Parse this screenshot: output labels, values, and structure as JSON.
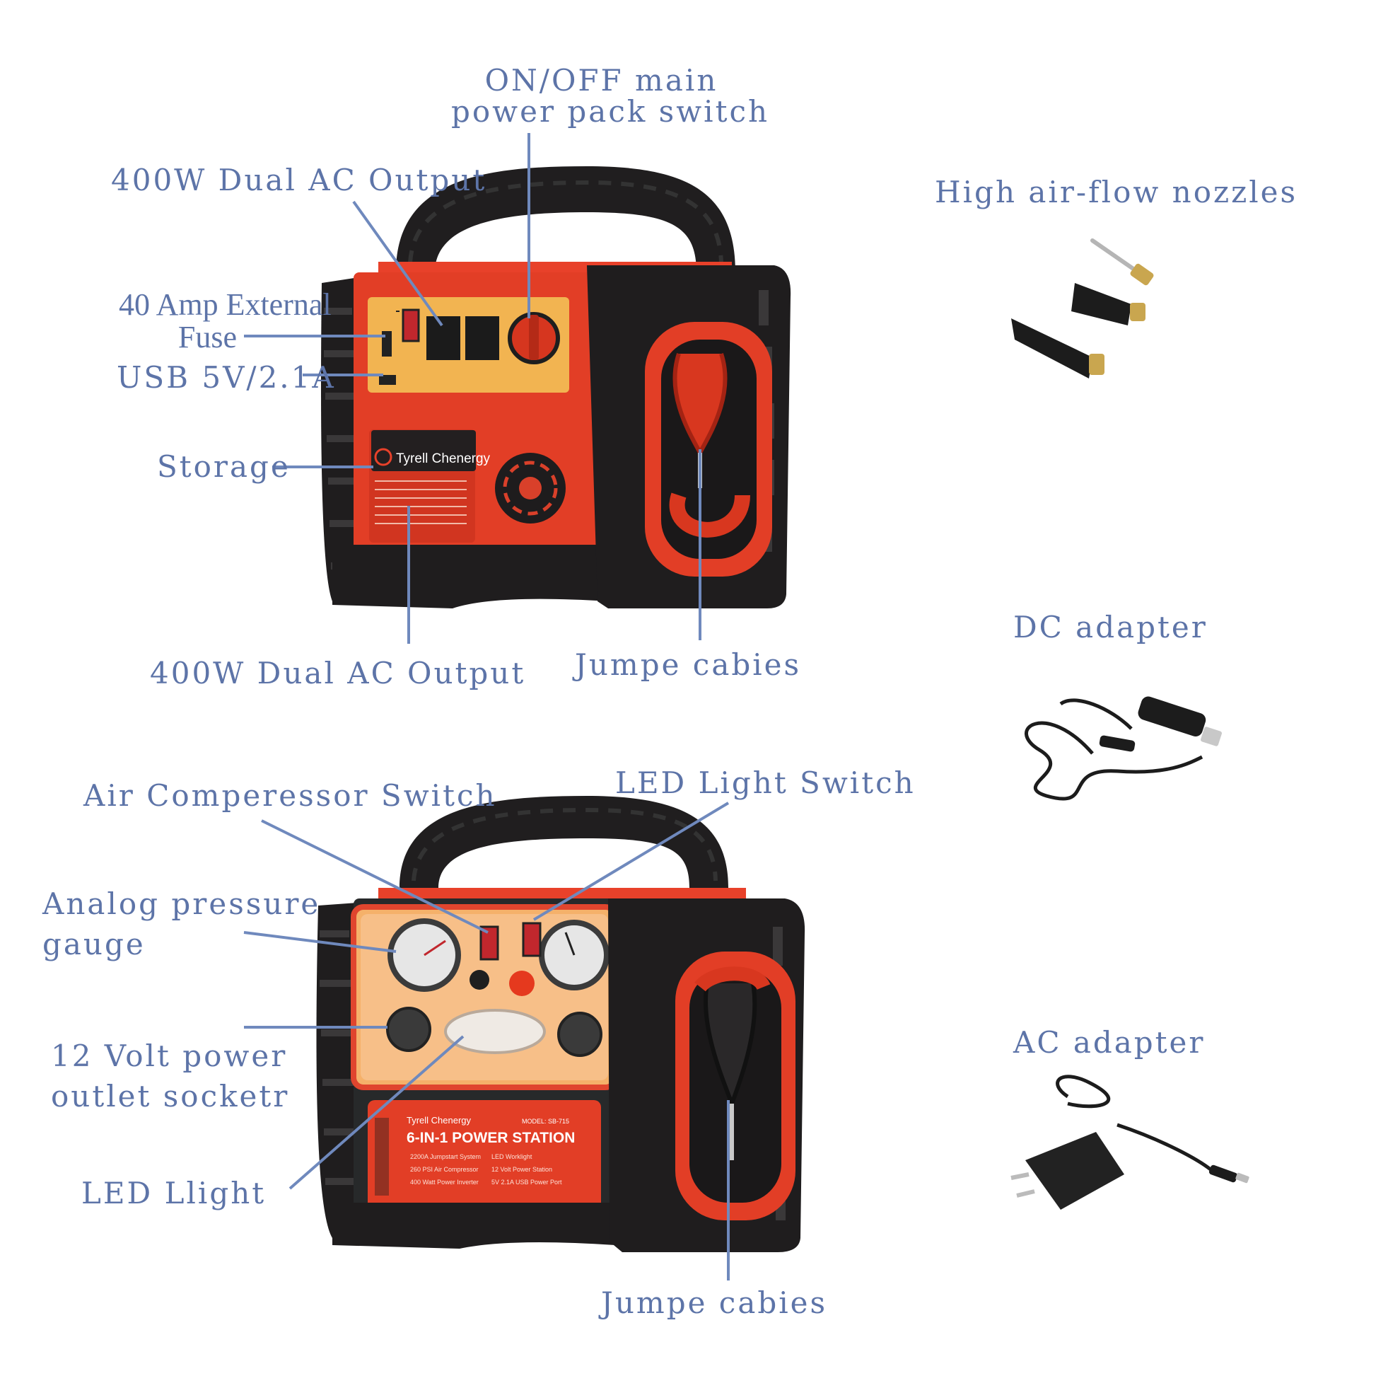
{
  "labels": {
    "on_off_line1": "ON/OFF main",
    "on_off_line2": "power pack switch",
    "dual_ac_top": "400W Dual AC Output",
    "fuse_line1": "40 Amp External",
    "fuse_line2": "Fuse",
    "usb": "USB 5V/2.1A",
    "storage": "Storage",
    "dual_ac_bottom": "400W Dual AC Output",
    "jumper_top": "Jumpe cabies",
    "nozzles": "High air-flow nozzles",
    "dc_adapter": "DC adapter",
    "ac_adapter": "AC adapter",
    "air_comp_switch": "Air Comperessor Switch",
    "led_switch": "LED Light Switch",
    "gauge_line1": "Analog pressure",
    "gauge_line2": "gauge",
    "socket_line1": "12 Volt power",
    "socket_line2": "outlet socketr",
    "led_light": "LED Llight",
    "jumper_bottom": "Jumpe cabies"
  },
  "product": {
    "brand": "Tyrell Chenergy",
    "model_text": "MODEL: SB-715",
    "title": "6-IN-1 POWER STATION",
    "features": [
      "2200A Jumpstart System",
      "LED Worklight",
      "260 PSI Air Compressor",
      "12 Volt Power Station",
      "400 Watt Power Inverter",
      "5V 2.1A USB Power Port"
    ]
  },
  "colors": {
    "label": "#5d74a8",
    "leader_line": "#6f89bd",
    "body_red": "#e8412a",
    "body_black": "#1f1d1e",
    "panel_yellow": "#f2b451"
  }
}
